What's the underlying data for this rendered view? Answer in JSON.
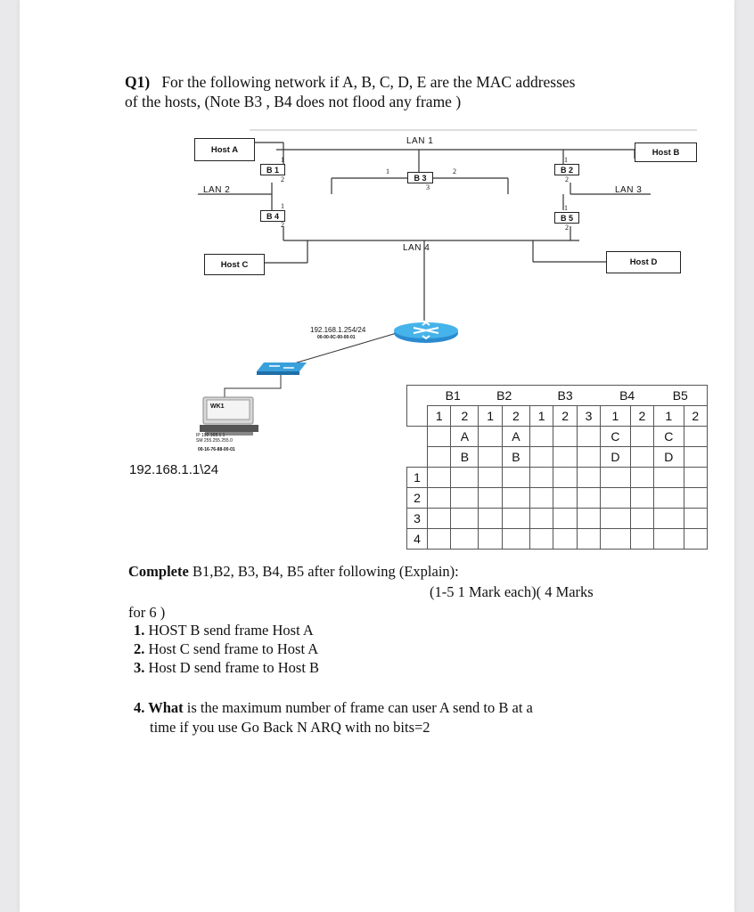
{
  "question": {
    "number": "Q1)",
    "line1": "For the following network if  A, B, C, D, E are the MAC addresses",
    "line2": "of the hosts, (Note  B3 , B4 does not flood any frame )"
  },
  "diagram": {
    "hosts": {
      "a": "Host A",
      "b": "Host B",
      "c": "Host C",
      "d": "Host D"
    },
    "lans": {
      "lan1": "LAN 1",
      "lan2": "LAN 2",
      "lan3": "LAN 3",
      "lan4": "LAN 4"
    },
    "bridges": {
      "b1": "B 1",
      "b2": "B 2",
      "b3": "B 3",
      "b4": "B 4",
      "b5": "B 5"
    },
    "ports": {
      "p1": "1",
      "p2": "2",
      "p3": "3"
    },
    "router_ip": "192.168.1.254/24",
    "router_mac": "00-00-0C-00-00-01",
    "workstation": {
      "name": "WK1",
      "ip_line": "IP 192.168.1.1",
      "mask_line": "SM 255.255.255.0",
      "mac": "00-16-76-88-00-01"
    },
    "host_ip": "192.168.1.1\\24"
  },
  "table": {
    "bridges": [
      "B1",
      "B2",
      "B3",
      "B4",
      "B5"
    ],
    "ports": [
      "1",
      "2",
      "1",
      "2",
      "1",
      "2",
      "3",
      "1",
      "2",
      "1",
      "2"
    ],
    "row_a": [
      "",
      "A",
      "",
      "A",
      "",
      "",
      "",
      "C",
      "",
      "C",
      ""
    ],
    "row_b": [
      "",
      "B",
      "",
      "B",
      "",
      "",
      "",
      "D",
      "",
      "D",
      ""
    ],
    "step_labels": [
      "1",
      "2",
      "3",
      "4"
    ]
  },
  "instructions": {
    "complete_label": "Complete",
    "complete_rest": " B1,B2, B3, B4, B5 after following (Explain):",
    "marks": "(1-5  1 Mark each)( 4 Marks",
    "for6": "for 6 )",
    "items": [
      {
        "num": "1.",
        "text": " HOST B send frame Host A"
      },
      {
        "num": "2.",
        "text": " Host C send frame to Host A"
      },
      {
        "num": "3.",
        "text": " Host D send frame to Host B"
      }
    ],
    "q4_num": "4.",
    "q4_bold": " What",
    "q4_rest": " is the maximum number of frame can user A send to  B  at a",
    "q4_line2": "time if you use Go Back N ARQ with no bits=2"
  }
}
